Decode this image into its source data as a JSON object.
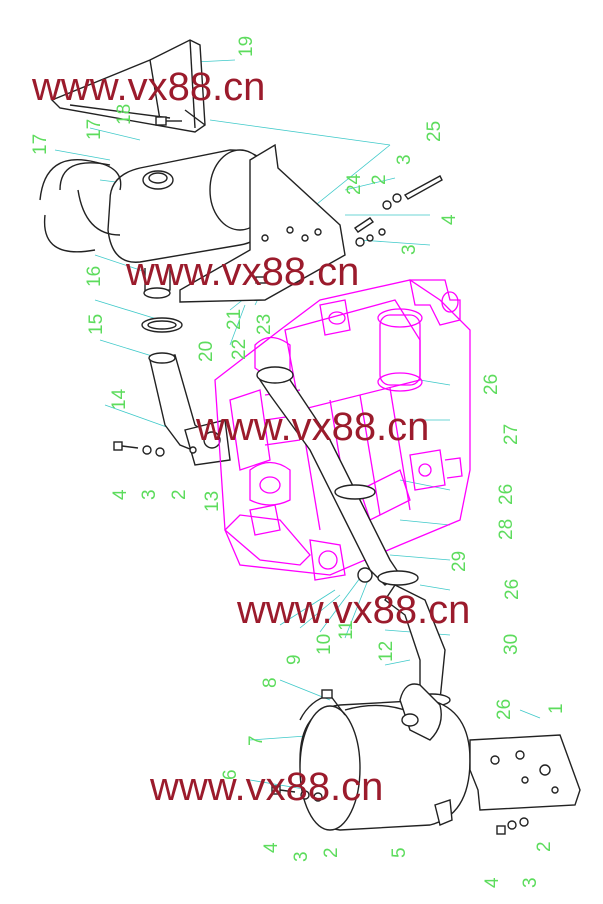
{
  "labels": {
    "l1": "1",
    "l2a": "2",
    "l2b": "2",
    "l2c": "2",
    "l2d": "2",
    "l3a": "3",
    "l3b": "3",
    "l3c": "3",
    "l3d": "3",
    "l3e": "3",
    "l4a": "4",
    "l4b": "4",
    "l4c": "4",
    "l4d": "4",
    "l5": "5",
    "l6": "6",
    "l7": "7",
    "l8": "8",
    "l9": "9",
    "l10": "10",
    "l11": "11",
    "l12": "12",
    "l13": "13",
    "l14": "14",
    "l15": "15",
    "l16": "16",
    "l17a": "17",
    "l17b": "17",
    "l18": "18",
    "l19": "19",
    "l20": "20",
    "l21": "21",
    "l22": "22",
    "l23": "23",
    "l24": "24",
    "l25": "25",
    "l26a": "26",
    "l26b": "26",
    "l26c": "26",
    "l26d": "26",
    "l27": "27",
    "l28": "28",
    "l29": "29",
    "l30": "30"
  },
  "watermarks": {
    "w1": "www.vx88.cn",
    "w2": "www.vx88.cn",
    "w3": "www.vx88.cn",
    "w4": "www.vx88.cn",
    "w5": "www.vx88.cn"
  },
  "colors": {
    "label": "#5ddc5d",
    "watermark": "#9b1b2c",
    "engine": "#ff00ff",
    "leader": "#3ec9c9",
    "line": "#222222"
  }
}
